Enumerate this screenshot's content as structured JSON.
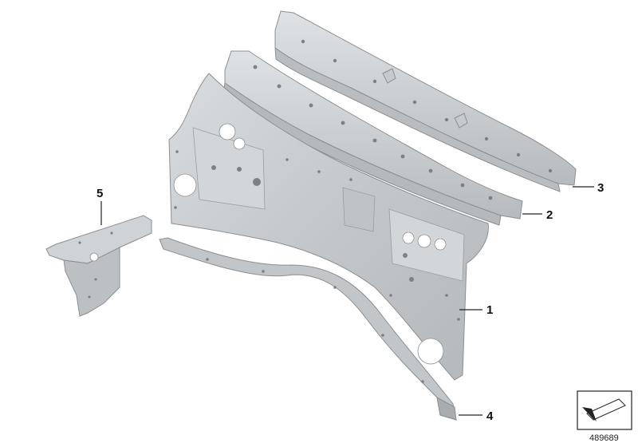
{
  "diagram": {
    "callouts": [
      {
        "id": "callout-1",
        "label": "1"
      },
      {
        "id": "callout-2",
        "label": "2"
      },
      {
        "id": "callout-3",
        "label": "3"
      },
      {
        "id": "callout-4",
        "label": "4"
      },
      {
        "id": "callout-5",
        "label": "5"
      }
    ],
    "reference_number": "489689",
    "colors": {
      "part_fill": "#c9cccf",
      "part_fill_light": "#dcdfe1",
      "part_fill_dark": "#aeb2b5",
      "part_outline": "#8b8f93",
      "label_text": "#111111"
    }
  }
}
